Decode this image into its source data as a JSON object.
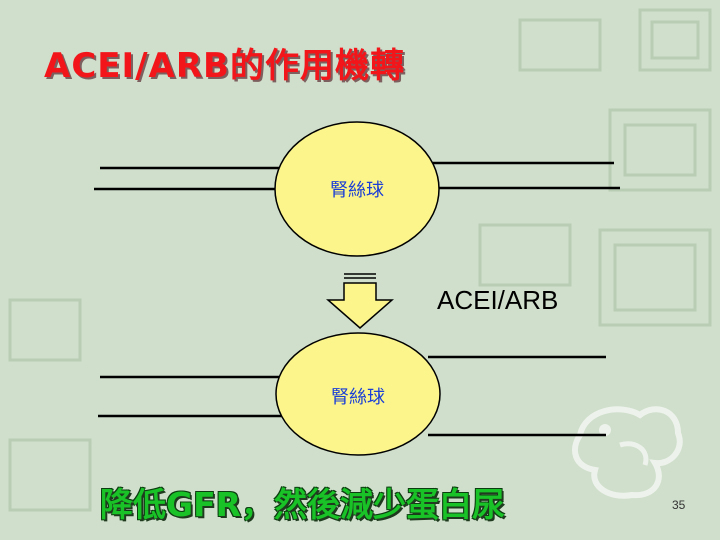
{
  "slide": {
    "title": "ACEI/ARB的作用機轉",
    "glomerulus_top_label": "腎絲球",
    "glomerulus_bottom_label": "腎絲球",
    "drug_label": "ACEI/ARB",
    "conclusion": "降低GFR，然後減少蛋白尿",
    "slide_number": "35"
  },
  "colors": {
    "background": "#cfdfcb",
    "title": "#f2161b",
    "glomerulus_fill": "#fbf58c",
    "glomerulus_text": "#1b3fd6",
    "conclusion": "#19c226"
  }
}
